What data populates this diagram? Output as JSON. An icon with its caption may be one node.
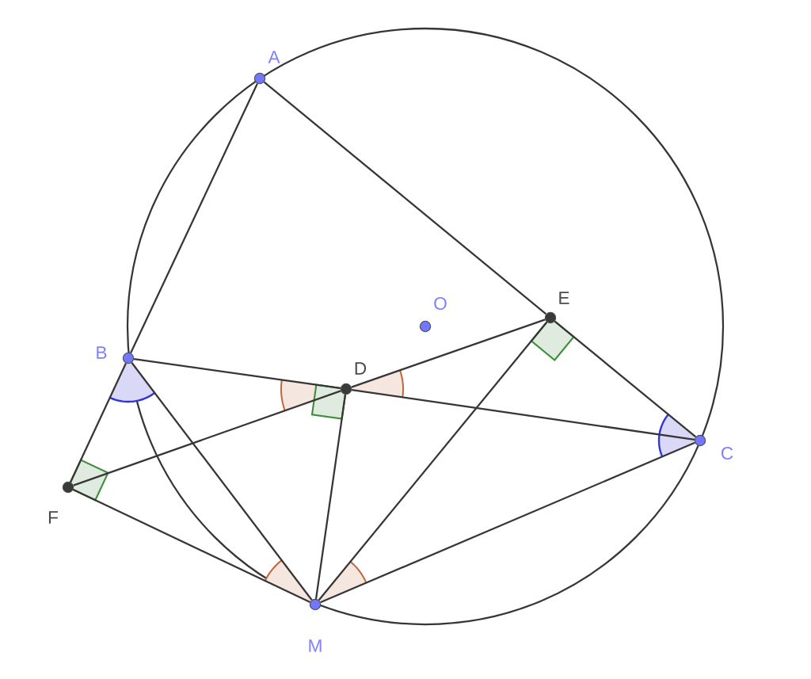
{
  "diagram": {
    "nodes": [
      {
        "text": [],
        "shape": "circle",
        "beside": [
          "A"
        ]
      },
      {
        "text": [],
        "shape": "circle",
        "beside": [
          "B"
        ]
      },
      {
        "text": [],
        "shape": "circle",
        "beside": [
          "C"
        ]
      },
      {
        "text": [],
        "shape": "circle",
        "beside": [
          "D"
        ]
      },
      {
        "text": [],
        "shape": "circle",
        "beside": [
          "E"
        ]
      },
      {
        "text": [],
        "shape": "circle",
        "beside": [
          "F"
        ]
      },
      {
        "text": [],
        "shape": "circle",
        "beside": [
          "M"
        ]
      },
      {
        "text": [],
        "shape": "circle",
        "beside": [
          "O"
        ]
      }
    ],
    "edges": [
      {
        "from": 0,
        "to": 1,
        "arrow": "none"
      },
      {
        "from": 0,
        "to": 4,
        "arrow": "none"
      },
      {
        "from": 4,
        "to": 2,
        "arrow": "none"
      },
      {
        "from": 1,
        "to": 3,
        "arrow": "none"
      },
      {
        "from": 3,
        "to": 2,
        "arrow": "none"
      },
      {
        "from": 5,
        "to": 3,
        "arrow": "none"
      },
      {
        "from": 3,
        "to": 4,
        "arrow": "none"
      },
      {
        "from": 1,
        "to": 5,
        "arrow": "none"
      },
      {
        "from": 5,
        "to": 6,
        "arrow": "none"
      },
      {
        "from": 1,
        "to": 6,
        "arrow": "none"
      },
      {
        "from": 3,
        "to": 6,
        "arrow": "none"
      },
      {
        "from": 4,
        "to": 6,
        "arrow": "none"
      },
      {
        "from": 2,
        "to": 6,
        "arrow": "none"
      }
    ]
  }
}
